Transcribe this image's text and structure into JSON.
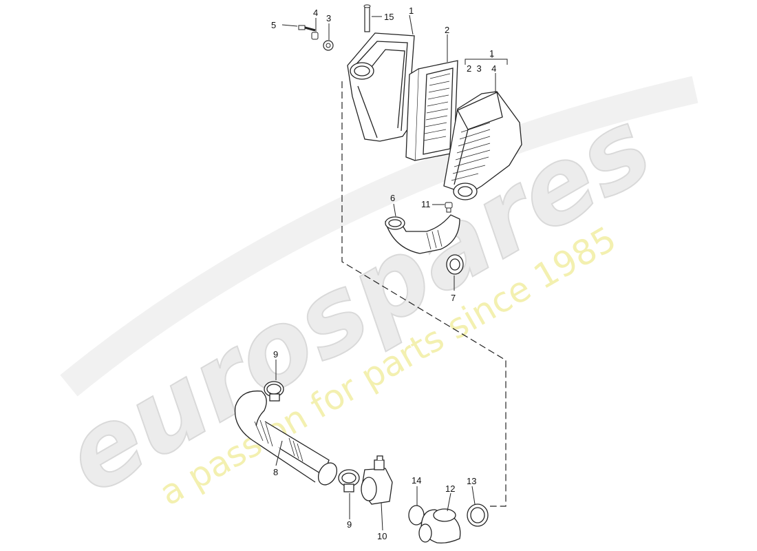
{
  "watermark": {
    "brand": "eurospares",
    "tagline": "a passion for parts since 1985"
  },
  "callouts": {
    "c1_top": "1",
    "c1_right": "1",
    "c1_right_sub": "2  3    4",
    "c2": "2",
    "c3": "3",
    "c4": "4",
    "c5": "5",
    "c6": "6",
    "c7": "7",
    "c8": "8",
    "c9_top": "9",
    "c9_bottom": "9",
    "c10": "10",
    "c11": "11",
    "c12": "12",
    "c13": "13",
    "c14": "14",
    "c15": "15"
  }
}
